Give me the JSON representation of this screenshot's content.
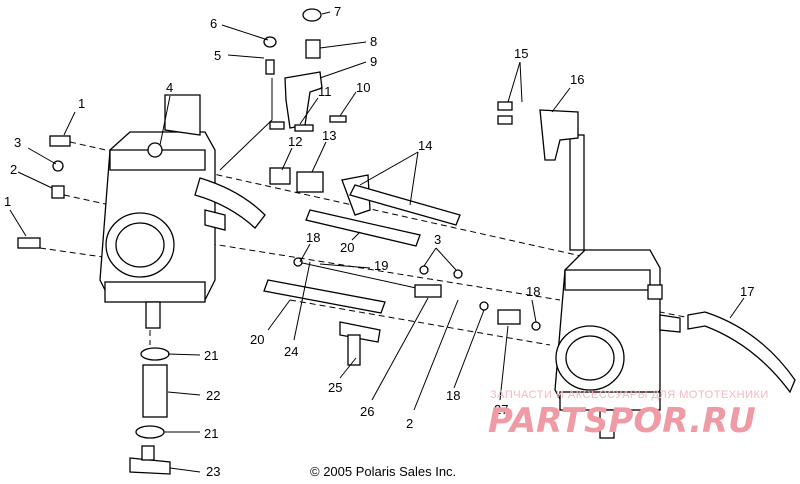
{
  "callouts": [
    "1",
    "1",
    "2",
    "2",
    "3",
    "3",
    "4",
    "5",
    "6",
    "7",
    "8",
    "9",
    "10",
    "11",
    "12",
    "13",
    "14",
    "15",
    "16",
    "17",
    "18",
    "18",
    "18",
    "19",
    "20",
    "20",
    "21",
    "21",
    "22",
    "23",
    "24",
    "25",
    "26",
    "27"
  ],
  "copyright": "© 2005 Polaris Sales Inc.",
  "watermark": {
    "small": "ЗАПЧАСТИ И АКСЕССУАРЫ ДЛЯ МОТОТЕХНИКИ",
    "big": "PARTSPOR.RU"
  },
  "colors": {
    "line": "#000000",
    "watermark": "#ef9aa5"
  }
}
